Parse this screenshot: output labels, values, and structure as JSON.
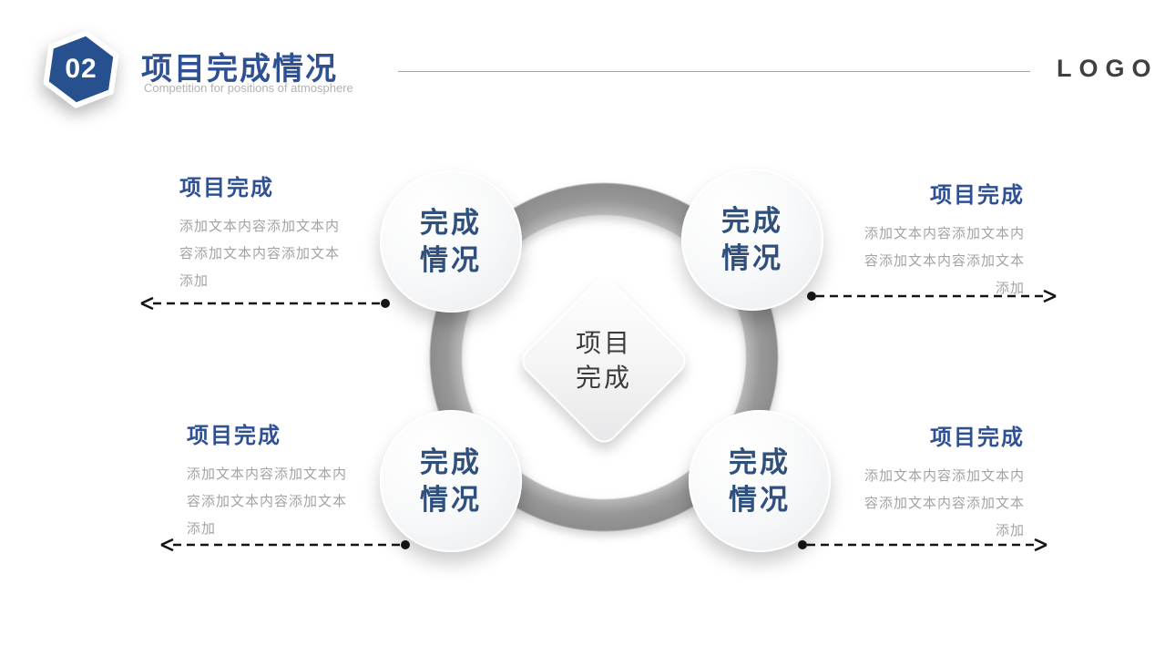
{
  "header": {
    "badge": {
      "number": "02",
      "fill": "#27518e",
      "stroke": "#ffffff"
    },
    "title": "项目完成情况",
    "subtitle": "Competition for positions of atmosphere",
    "logo": "LOGO"
  },
  "diagram": {
    "center_diamond": {
      "line1": "项目",
      "line2": "完成"
    },
    "satellites": [
      {
        "id": "top-left",
        "line1": "完成",
        "line2": "情况"
      },
      {
        "id": "top-right",
        "line1": "完成",
        "line2": "情况"
      },
      {
        "id": "bottom-left",
        "line1": "完成",
        "line2": "情况"
      },
      {
        "id": "bottom-right",
        "line1": "完成",
        "line2": "情况"
      }
    ]
  },
  "text_blocks": [
    {
      "id": "top-left",
      "align": "left",
      "heading": "项目完成",
      "body_lines": [
        "添加文本内容添加文本内",
        "容添加文本内容添加文本",
        "添加"
      ]
    },
    {
      "id": "top-right",
      "align": "right",
      "heading": "项目完成",
      "body_lines": [
        "添加文本内容添加文本内",
        "容添加文本内容添加文本",
        "添加"
      ]
    },
    {
      "id": "bottom-left",
      "align": "left",
      "heading": "项目完成",
      "body_lines": [
        "添加文本内容添加文本内",
        "容添加文本内容添加文本",
        "添加"
      ]
    },
    {
      "id": "bottom-right",
      "align": "right",
      "heading": "项目完成",
      "body_lines": [
        "添加文本内容添加文本内",
        "容添加文本内容添加文本",
        "添加"
      ]
    }
  ],
  "colors": {
    "accent_blue": "#2f5193",
    "node_text_blue": "#2f4f7d",
    "body_gray": "#a3a3a3",
    "ring_gray": "#989898",
    "arrow_black": "#141414",
    "logo_gray": "#3f3f3f"
  }
}
